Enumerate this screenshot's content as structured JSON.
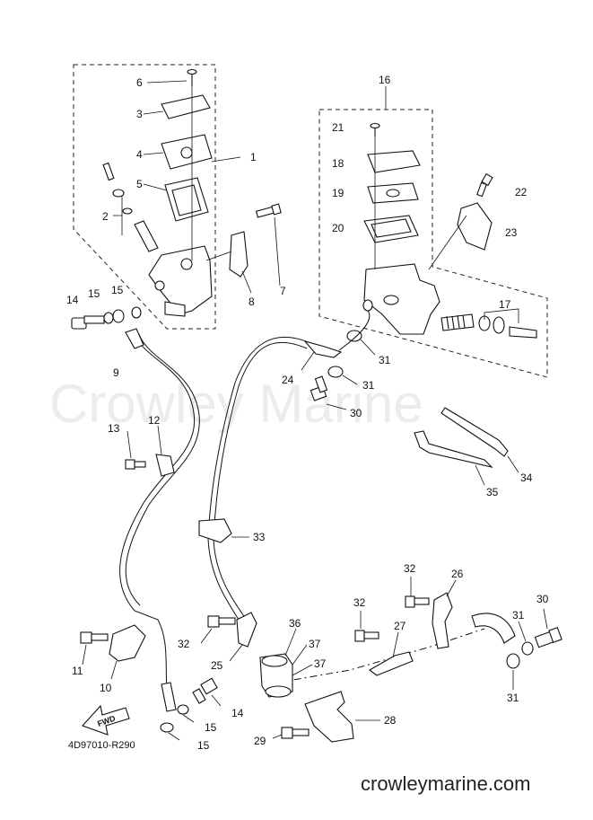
{
  "watermark": "Crowley Marine",
  "footer_url": "crowleymarine.com",
  "diagram_ref": "4D97010-R290",
  "fwd_label": "FWD",
  "callouts": {
    "c1": "1",
    "c2": "2",
    "c3": "3",
    "c4": "4",
    "c5": "5",
    "c6": "6",
    "c7": "7",
    "c8": "8",
    "c9": "9",
    "c10": "10",
    "c11": "11",
    "c12": "12",
    "c13": "13",
    "c14a": "14",
    "c14b": "14",
    "c15a": "15",
    "c15b": "15",
    "c15c": "15",
    "c15d": "15",
    "c16": "16",
    "c17": "17",
    "c18": "18",
    "c19": "19",
    "c20": "20",
    "c21": "21",
    "c22": "22",
    "c23": "23",
    "c24": "24",
    "c25": "25",
    "c26": "26",
    "c27": "27",
    "c28": "28",
    "c29": "29",
    "c30a": "30",
    "c30b": "30",
    "c31a": "31",
    "c31b": "31",
    "c31c": "31",
    "c31d": "31",
    "c32a": "32",
    "c32b": "32",
    "c32c": "32",
    "c33": "33",
    "c34": "34",
    "c35": "35",
    "c36": "36",
    "c37a": "37",
    "c37b": "37"
  }
}
